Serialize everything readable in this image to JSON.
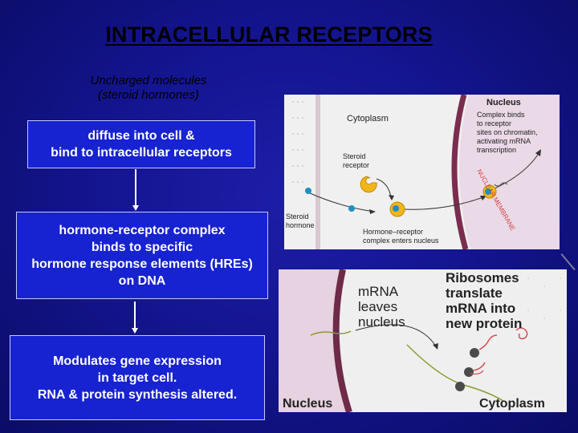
{
  "title": "INTRACELLULAR  RECEPTORS",
  "subtitle": [
    "Uncharged molecules",
    "(steroid hormones)"
  ],
  "steps": [
    {
      "lines": [
        "diffuse into cell &",
        "bind to intracellular receptors"
      ]
    },
    {
      "lines": [
        "hormone-receptor complex",
        "binds to specific",
        "hormone response elements (HREs)",
        "on DNA"
      ]
    },
    {
      "lines": [
        "Modulates gene expression",
        "in target cell.",
        "RNA & protein synthesis altered."
      ]
    }
  ],
  "panel_top": {
    "nucleus_label": "Nucleus",
    "nucleus_text": [
      "Complex binds",
      "to receptor",
      "sites on chromatin,",
      "activating mRNA",
      "transcription"
    ],
    "cytoplasm_label": "Cytoplasm",
    "receptor_label": [
      "Steroid",
      "receptor"
    ],
    "hormone_label": [
      "Steroid",
      "hormone"
    ],
    "complex_label": [
      "Hormone–receptor",
      "complex enters nucleus"
    ],
    "membrane_text": "NUCLEAR MEMBRANE",
    "colors": {
      "bg": "#f0f0f0",
      "nucleus_bg": "#ead9e6",
      "membrane": "#7a2d4e",
      "receptor": "#f2b51c",
      "hormone": "#1f8fc0",
      "label_red": "#d44040"
    }
  },
  "panel_bottom": {
    "mrna_label": [
      "mRNA",
      "leaves",
      "nucleus"
    ],
    "ribosome_text": [
      "Ribosomes",
      "translate",
      "mRNA into",
      "new protein"
    ],
    "nucleus_label": "Nucleus",
    "cytoplasm_label": "Cytoplasm",
    "colors": {
      "bg": "#efefef",
      "nucleus_bg": "#e6d2e0",
      "membrane": "#6e2a48",
      "ribosome": "#4a4a4a",
      "protein": "#d45050",
      "mrna": "#8a9a30"
    }
  }
}
